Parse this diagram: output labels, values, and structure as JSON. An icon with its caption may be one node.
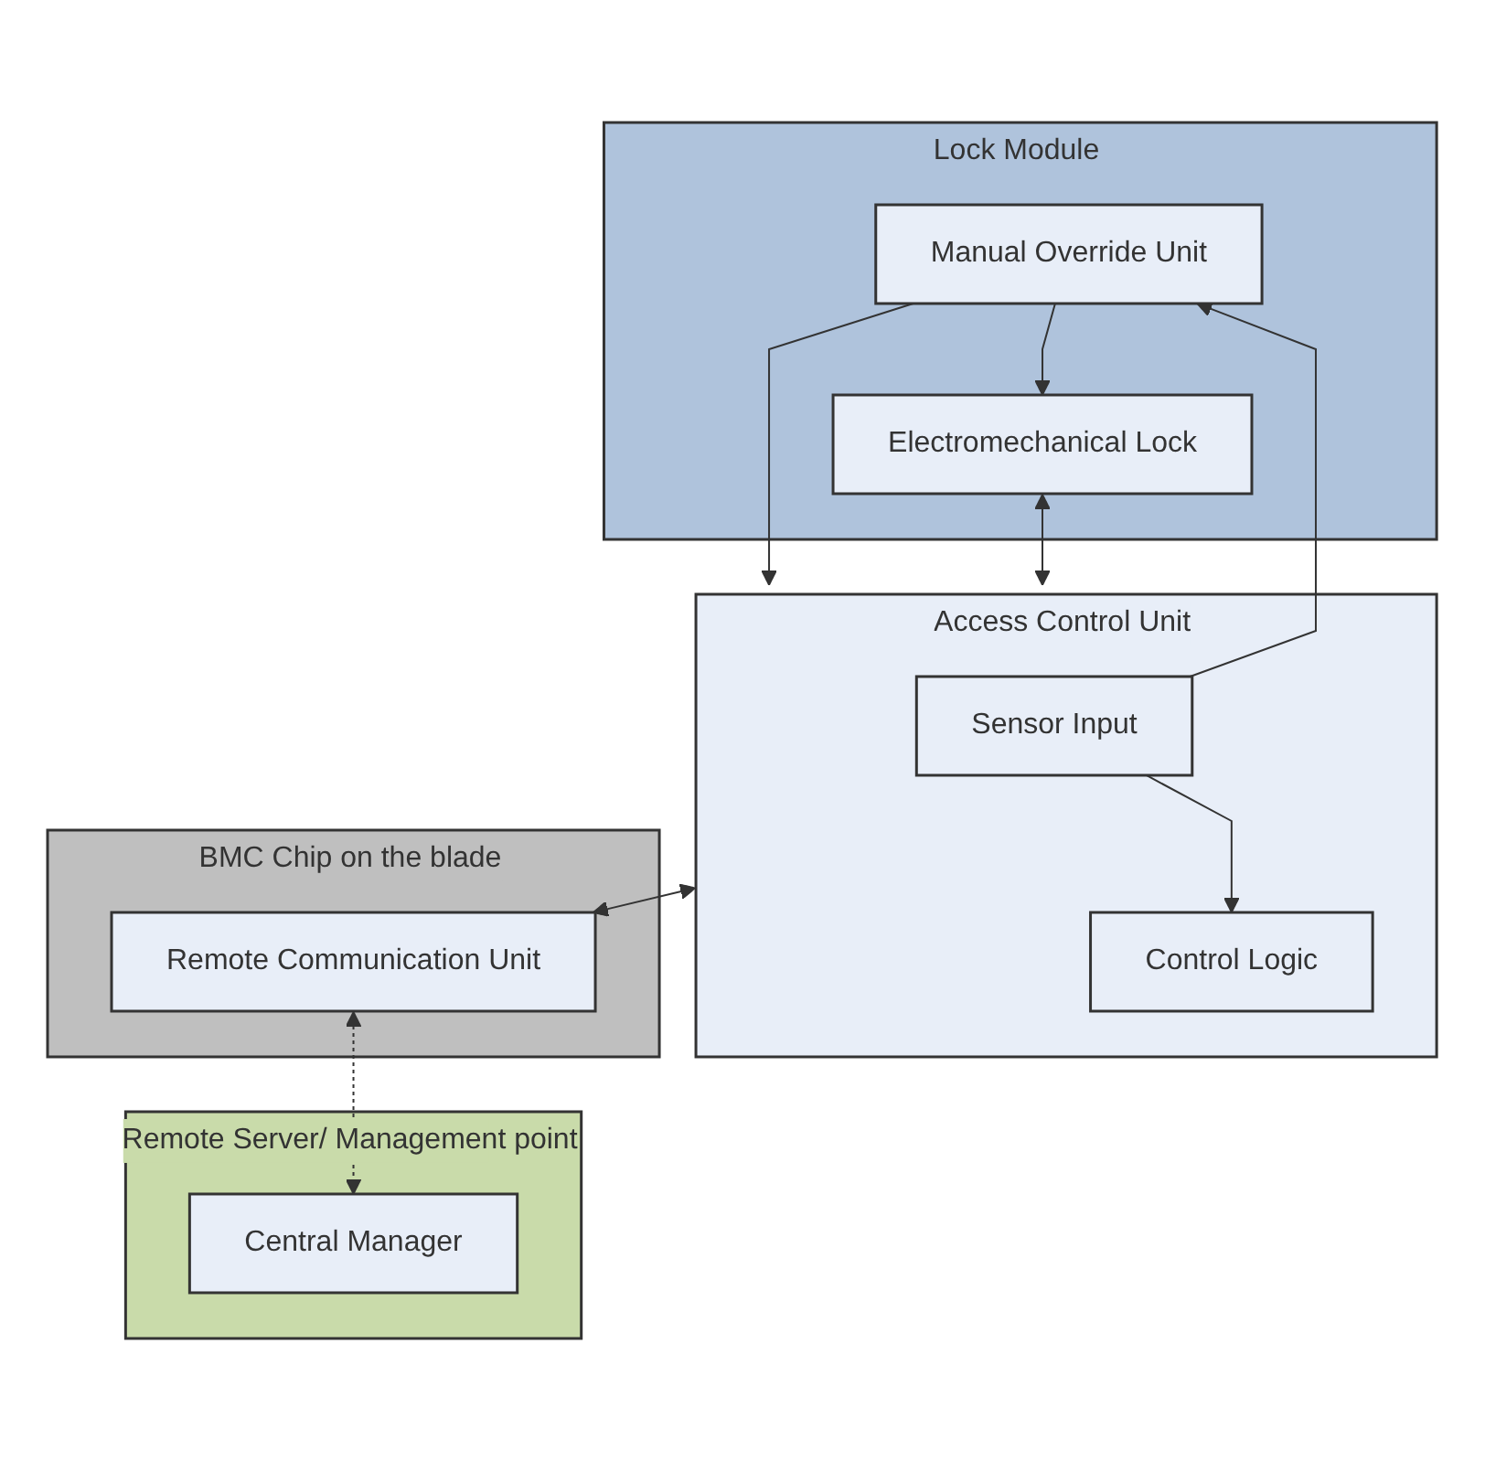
{
  "diagram": {
    "nodes": [
      {
        "text": [
          "Lock Module"
        ]
      },
      {
        "text": [
          "Access Control Unit"
        ]
      },
      {
        "text": [
          "Sensor Input"
        ],
        "in": 1
      },
      {
        "text": [
          "Control Logic"
        ],
        "in": 1
      },
      {
        "text": [
          "Manual Override Unit"
        ],
        "in": 0
      },
      {
        "text": [
          "Electromechanical Lock"
        ],
        "in": 0
      },
      {
        "text": [
          "BMC Chip on the blade"
        ]
      },
      {
        "text": [
          "Remote Communication Unit"
        ],
        "in": 6
      },
      {
        "text": [
          "Remote Server/ Management point"
        ]
      },
      {
        "text": [
          "Central Manager"
        ],
        "in": 8
      }
    ],
    "edges": [
      {
        "from": 2,
        "to": 3,
        "arrow": "to"
      },
      {
        "from": 2,
        "to": 4,
        "arrow": "to"
      },
      {
        "from": 4,
        "to": 1,
        "arrow": "to"
      },
      {
        "from": 4,
        "to": 5,
        "arrow": "to"
      },
      {
        "from": 5,
        "to": 1,
        "arrow": "both"
      },
      {
        "from": 1,
        "to": 7,
        "arrow": "both"
      },
      {
        "from": 7,
        "to": 9,
        "arrow": "both",
        "style": "dashed"
      }
    ]
  }
}
